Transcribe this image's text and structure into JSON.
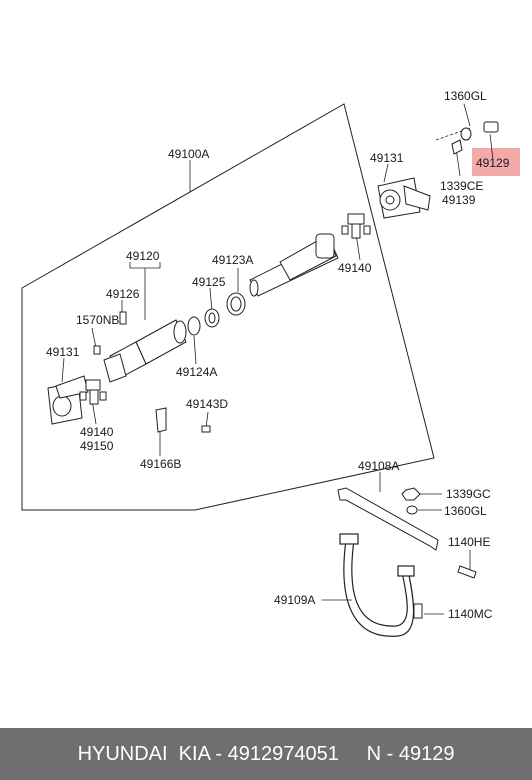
{
  "highlight_color": "#f4a9a9",
  "footer_bg": "#6f6f6f",
  "labels": {
    "l49100A": "49100A",
    "l1360GL_top": "1360GL",
    "l49129": "49129",
    "l49131_right": "49131",
    "l1339CE": "1339CE",
    "l49139": "49139",
    "l49140_right": "49140",
    "l49120": "49120",
    "l49123A": "49123A",
    "l49126": "49126",
    "l49125": "49125",
    "l1570NB": "1570NB",
    "l49131_left": "49131",
    "l49124A": "49124A",
    "l49143D": "49143D",
    "l49140_left": "49140",
    "l49150": "49150",
    "l49166B": "49166B",
    "l49108A": "49108A",
    "l1339GC": "1339GC",
    "l1360GL_bottom": "1360GL",
    "l1140HE": "1140HE",
    "l49109A": "49109A",
    "l1140MC": "1140MC"
  },
  "footer": {
    "text": "HYUNDAI  KIA - 4912974051     N - 49129"
  }
}
